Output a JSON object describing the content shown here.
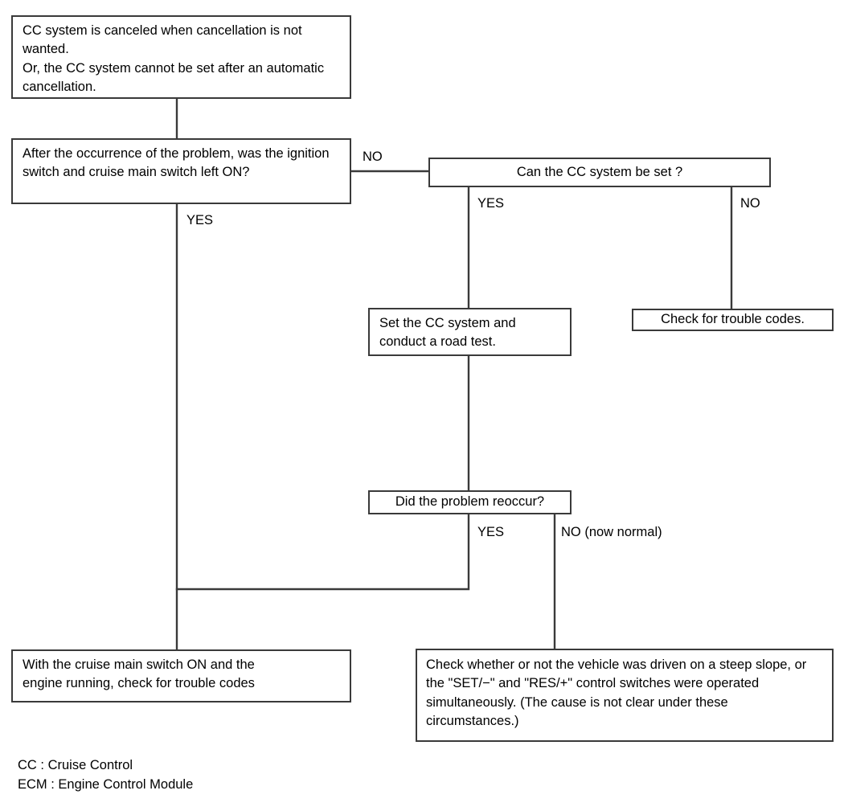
{
  "diagram": {
    "title_text": "",
    "line_color": "#3a3a3a",
    "box_border_color": "#3a3a3a",
    "background": "#ffffff",
    "nodes": {
      "symptom": "CC system is canceled when cancellation is not wanted.\nOr, the CC system cannot be set after an automatic cancellation.",
      "question_ignition": "After the occurrence of the problem, was the ignition switch and cruise main switch left ON?",
      "question_can_set": "Can the CC system be set ?",
      "action_set_and_road_test": "Set the CC system and\nconduct a road test.",
      "action_check_codes_right": "Check for trouble codes.",
      "question_reoccur": "Did the problem reoccur?",
      "action_check_codes_bottom": "With the cruise main switch ON and the\nengine running, check for trouble codes",
      "action_check_steep_slope": "Check whether or not the vehicle was driven on a steep slope, or the \"SET/−\" and \"RES/+\" control switches were operated simultaneously. (The cause is not clear under these circumstances.)"
    },
    "edge_labels": {
      "ignition_no": "NO",
      "ignition_yes": "YES",
      "can_set_yes": "YES",
      "can_set_no": "NO",
      "reoccur_yes": "YES",
      "reoccur_no": "NO (now normal)"
    },
    "legend": "CC : Cruise Control\nECM : Engine Control Module"
  }
}
